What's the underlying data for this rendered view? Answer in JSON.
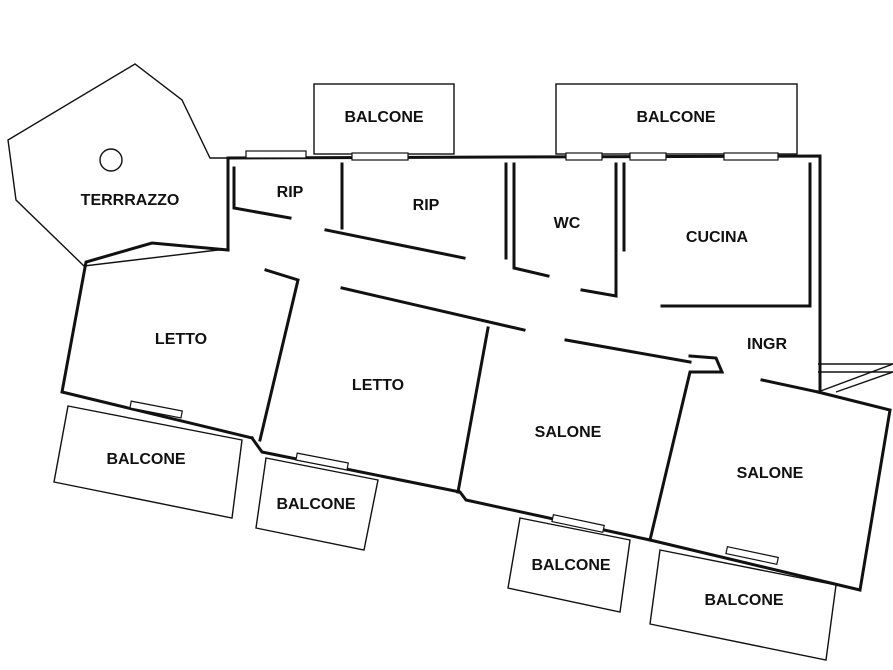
{
  "plan": {
    "rooms": {
      "terrazzo": "TERRRAZZO",
      "rip_small": "RIP",
      "rip": "RIP",
      "wc": "WC",
      "cucina": "CUCINA",
      "ingr": "INGR",
      "letto_1": "LETTO",
      "letto_2": "LETTO",
      "salone_1": "SALONE",
      "salone_2": "SALONE"
    },
    "balconies": {
      "top_left": "BALCONE",
      "top_right": "BALCONE",
      "bottom_1": "BALCONE",
      "bottom_2": "BALCONE",
      "bottom_3": "BALCONE",
      "bottom_4": "BALCONE"
    }
  }
}
